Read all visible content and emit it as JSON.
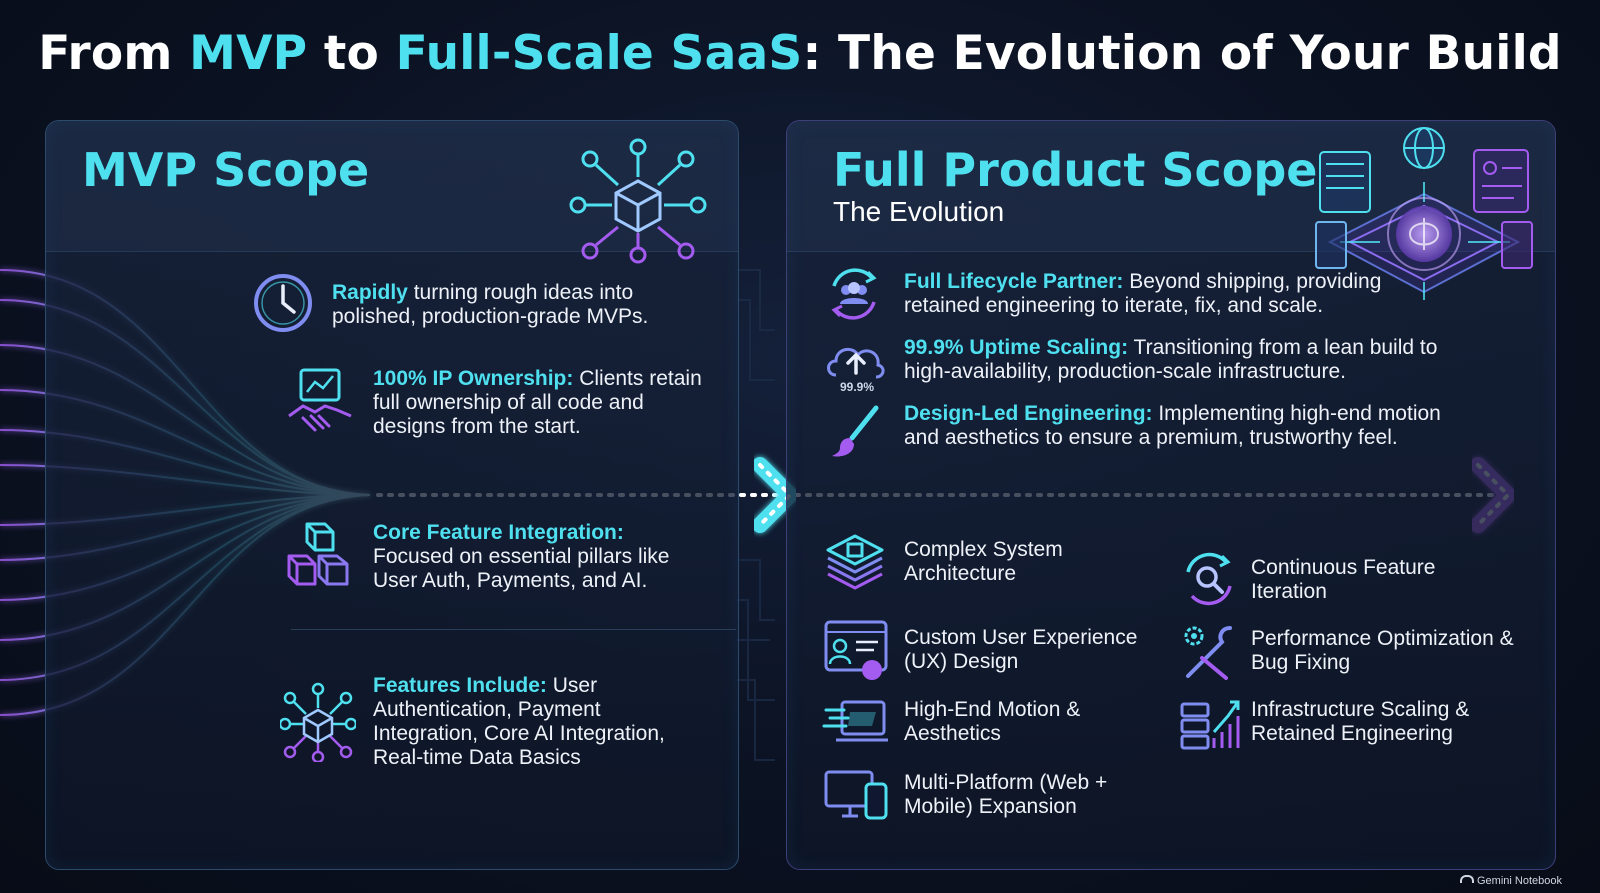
{
  "title": {
    "part1": "From ",
    "hl1": "MVP",
    "part2": " to ",
    "hl2": "Full-Scale SaaS",
    "part3": ": The Evolution of Your Build"
  },
  "mvp": {
    "heading": "MVP Scope",
    "items": [
      {
        "lead": "Rapidly",
        "text": " turning rough ideas into polished, production-grade MVPs."
      },
      {
        "lead": "100% IP Ownership:",
        "text": " Clients retain full ownership of all code and designs from the start."
      },
      {
        "lead": "Core Feature Integration:",
        "text": " Focused on essential pillars like User Auth, Payments, and AI."
      },
      {
        "lead": "Features Include:",
        "text": " User Authentication, Payment Integration, Core AI Integration, Real-time Data Basics"
      }
    ],
    "icons": [
      "clock-icon",
      "handshake-icon",
      "cubes-icon",
      "network-icon"
    ]
  },
  "full": {
    "heading": "Full Product Scope",
    "subheading": "The Evolution",
    "items": [
      {
        "lead": "Full Lifecycle Partner:",
        "text": " Beyond shipping, providing retained engineering to iterate, fix, and scale."
      },
      {
        "lead": "99.9% Uptime Scaling:",
        "text": " Transitioning from a lean build to high-availability, production-scale infrastructure."
      },
      {
        "lead": "Design-Led Engineering:",
        "text": " Implementing high-end motion and aesthetics to ensure a premium, trustworthy feel."
      }
    ],
    "uptime_badge": "99.9%",
    "grid_left": [
      "Complex System Architecture",
      "Custom User Experience (UX) Design",
      "High-End Motion & Aesthetics",
      "Multi-Platform (Web + Mobile) Expansion"
    ],
    "grid_right": [
      "Continuous Feature Iteration",
      "Performance Optimization & Bug Fixing",
      "Infrastructure Scaling & Retained Engineering"
    ]
  },
  "footer": "Gemini Notebook",
  "colors": {
    "cyan": "#4fe0f0",
    "purple": "#a35bf0",
    "background": "#0b1222"
  }
}
